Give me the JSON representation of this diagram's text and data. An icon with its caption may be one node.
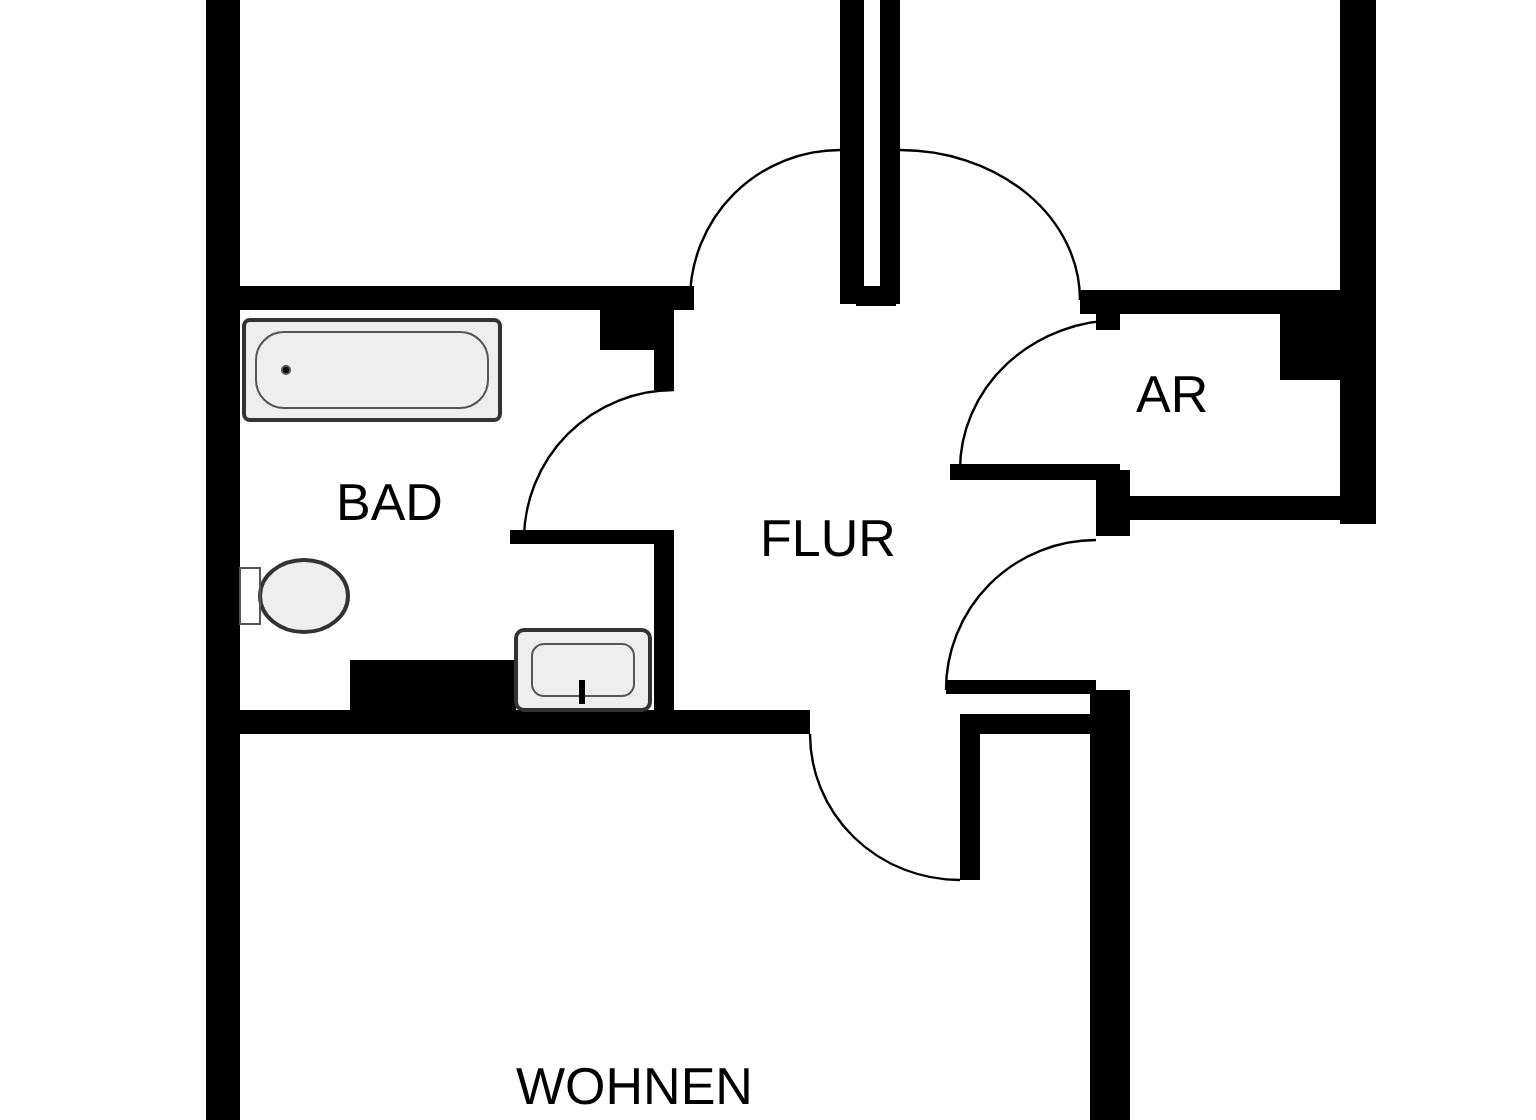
{
  "diagram": {
    "labels": [
      "BAD",
      "FLUR",
      "AR",
      "WOHNEN"
    ]
  }
}
